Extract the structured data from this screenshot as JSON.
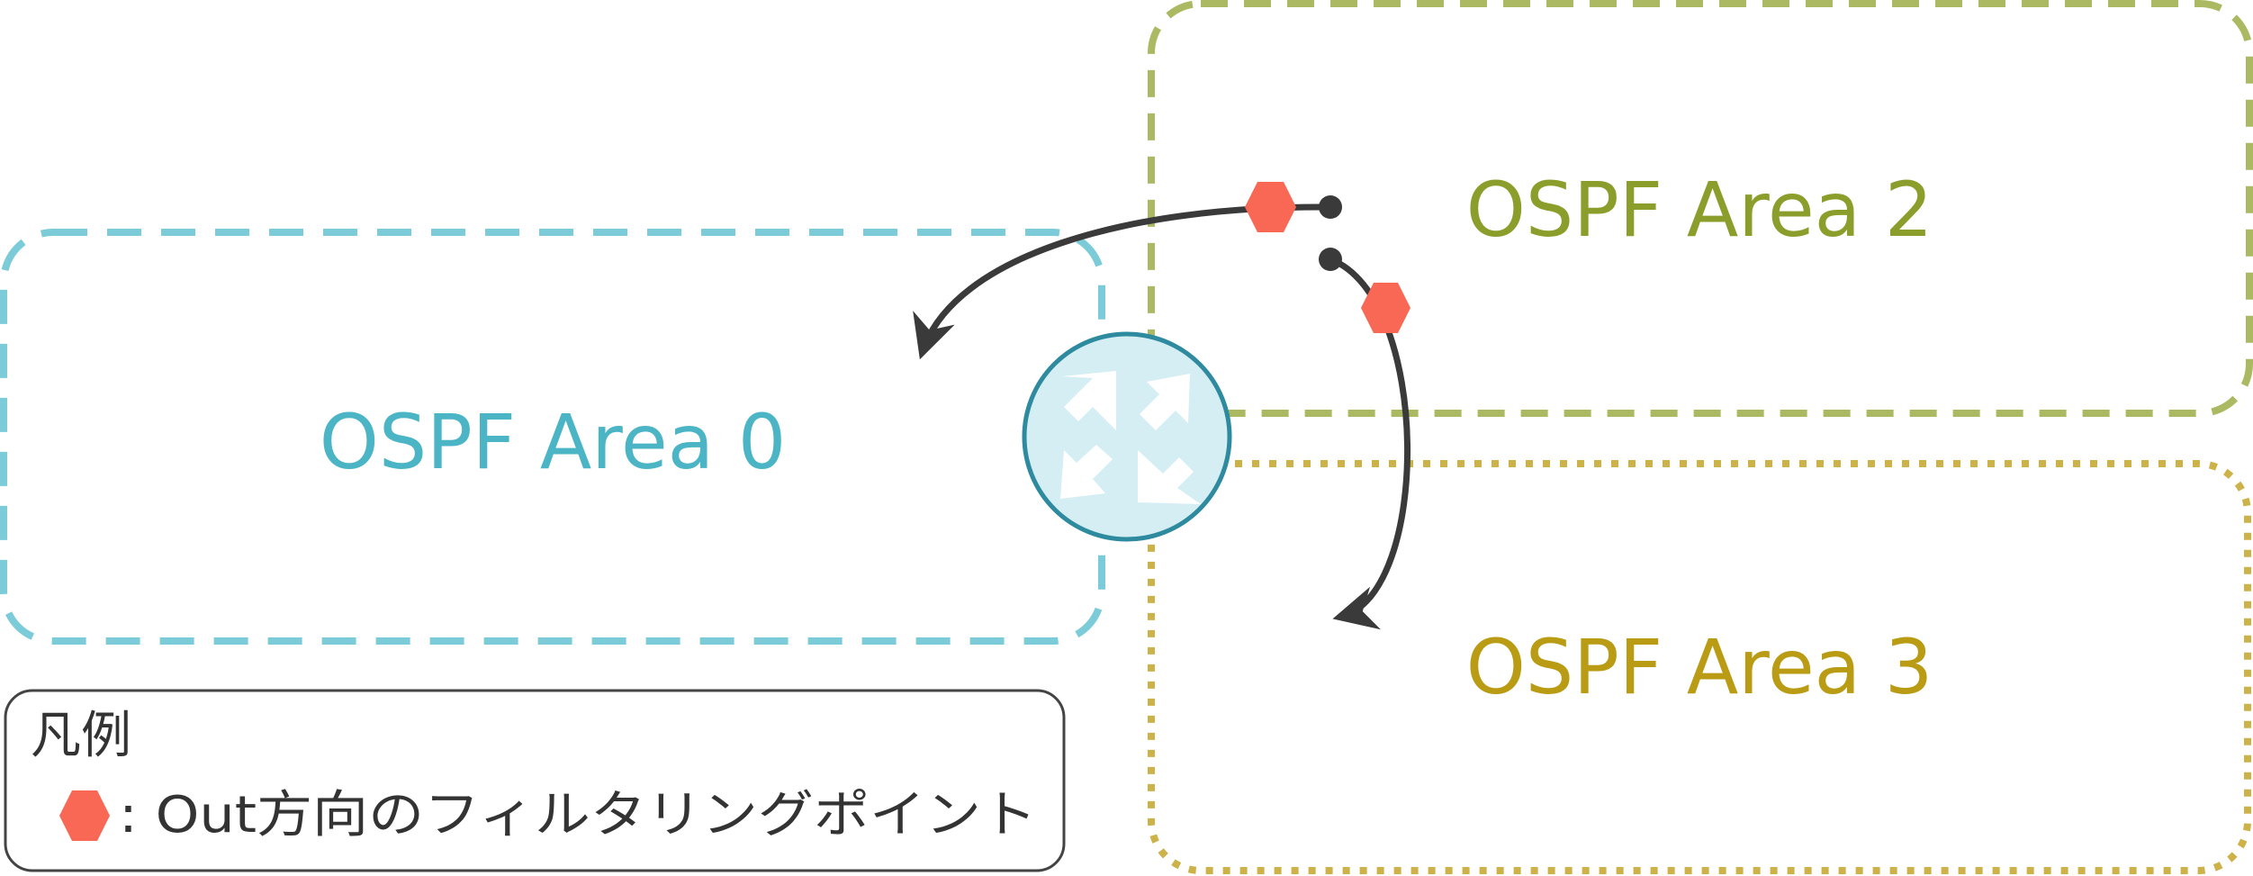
{
  "areas": [
    {
      "id": "area0",
      "label": "OSPF Area 0",
      "color": "#4BB5C6",
      "border_color": "#7BCCD8"
    },
    {
      "id": "area2",
      "label": "OSPF Area 2",
      "color": "#8B9E2C",
      "border_color": "#ABBA62"
    },
    {
      "id": "area3",
      "label": "OSPF Area 3",
      "color": "#B99B14",
      "border_color": "#CDB249"
    }
  ],
  "router": {
    "icon": "router-icon",
    "fill": "#D5EEF4",
    "stroke": "#2E8A9E"
  },
  "filter_point": {
    "icon": "filter-point-hexagon",
    "color": "#F86854"
  },
  "arrow_color": "#3A3A3A",
  "legend": {
    "title": "凡例",
    "item_label": ": Out方向のフィルタリングポイント"
  }
}
